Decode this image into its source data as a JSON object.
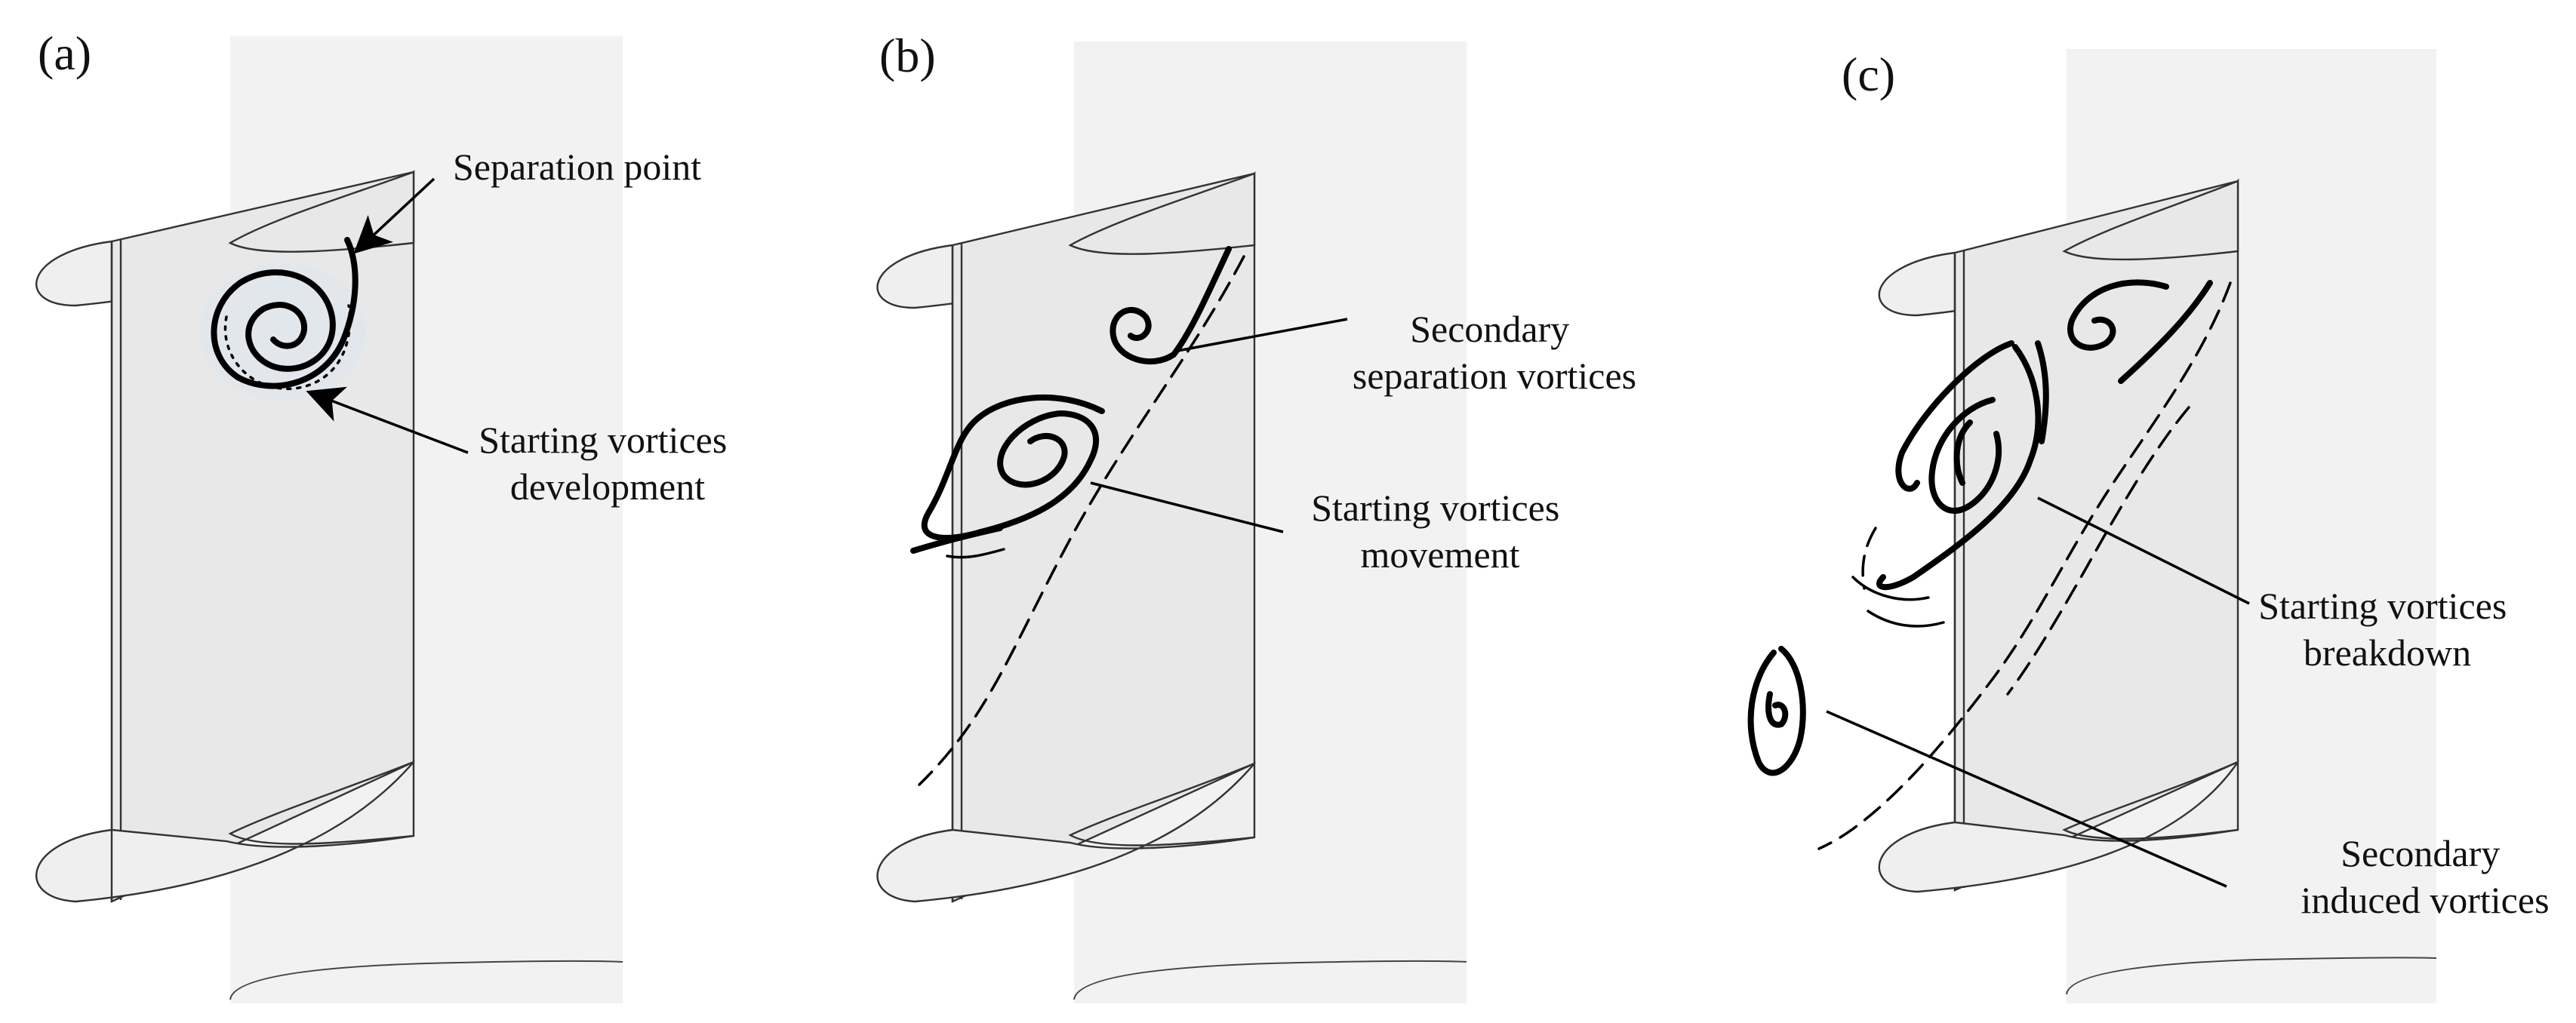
{
  "panels": [
    {
      "label": "(a)",
      "annotations": [
        {
          "lines": [
            "Separation point"
          ]
        },
        {
          "lines": [
            "Starting vortices",
            "development"
          ]
        }
      ]
    },
    {
      "label": "(b)",
      "annotations": [
        {
          "lines": [
            "Secondary",
            "separation vortices"
          ]
        },
        {
          "lines": [
            "Starting vortices",
            "movement"
          ]
        }
      ]
    },
    {
      "label": "(c)",
      "annotations": [
        {
          "lines": [
            "Starting vortices",
            "breakdown"
          ]
        },
        {
          "lines": [
            "Secondary",
            "induced vortices"
          ]
        }
      ]
    }
  ],
  "colors": {
    "shaft": "#f2f2f2",
    "blade": "#e8e8e8",
    "ink": "#000000"
  }
}
